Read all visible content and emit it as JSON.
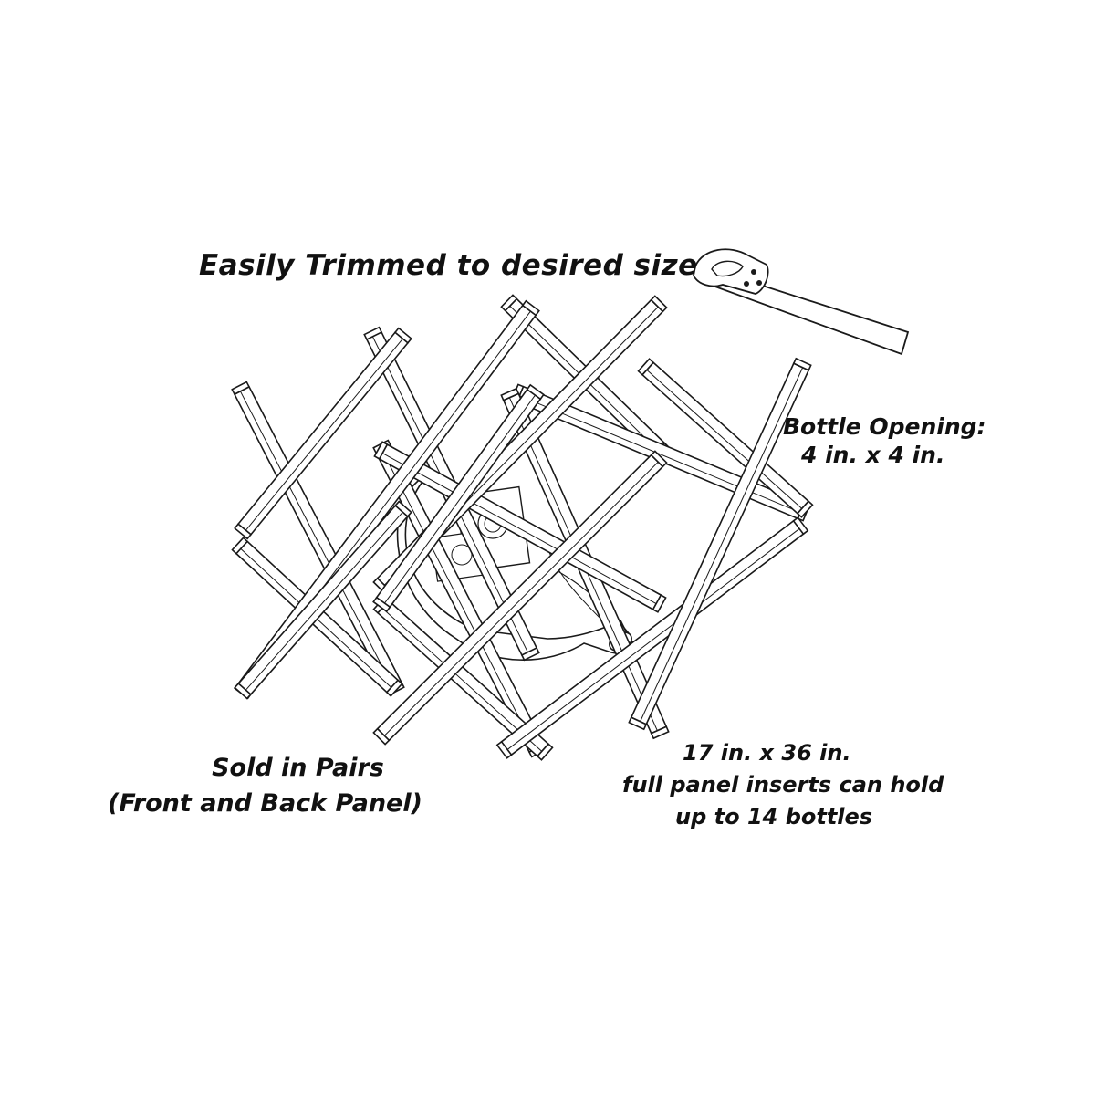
{
  "labels": {
    "trim": "Easily Trimmed to desired size",
    "opening_line1": "Bottle Opening:",
    "opening_line2": "4 in. x 4 in.",
    "pairs_line1": "Sold in Pairs",
    "pairs_line2": "(Front and Back Panel)",
    "size_line1": "17 in. x 36 in.",
    "size_line2": "full panel inserts can hold",
    "size_line3": "up to 14 bottles"
  },
  "icons": {
    "saw": "hand-saw-icon",
    "bottle": "wine-bottle-icon"
  },
  "colors": {
    "ink": "#111111",
    "background": "#ffffff"
  }
}
